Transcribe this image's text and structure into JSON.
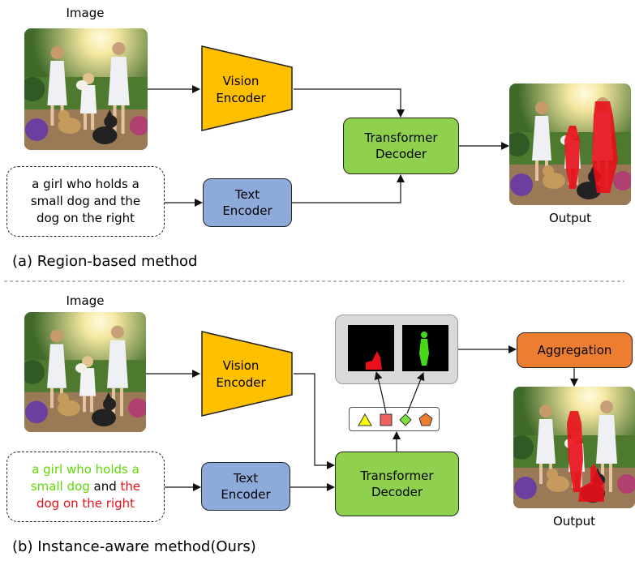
{
  "top": {
    "image_label": "Image",
    "vision_encoder": [
      "Vision",
      "Encoder"
    ],
    "text_encoder": [
      "Text",
      "Encoder"
    ],
    "decoder": [
      "Transformer",
      "Decoder"
    ],
    "query_lines": [
      "a girl who holds a",
      "small dog and the",
      "dog on the right"
    ],
    "output_label": "Output",
    "caption": "(a) Region-based method"
  },
  "bottom": {
    "image_label": "Image",
    "vision_encoder": [
      "Vision",
      "Encoder"
    ],
    "text_encoder": [
      "Text",
      "Encoder"
    ],
    "decoder": [
      "Transformer",
      "Decoder"
    ],
    "query": {
      "line1": "a girl who holds a",
      "line2_green": "small dog",
      "line2_mid": " and ",
      "line2_red": "the",
      "line3": "dog on the right"
    },
    "aggregation": "Aggregation",
    "output_label": "Output",
    "caption": "(b) Instance-aware method(Ours)"
  },
  "colors": {
    "vision_encoder": "#ffc000",
    "text_encoder": "#8eaadb",
    "decoder": "#8fd14f",
    "aggregation": "#ed7d31",
    "green_text": "#5fd900",
    "red_text": "#e8101a",
    "red_mask": "#e8101a",
    "green_mask": "#46d91a"
  },
  "tokens": [
    "yellow-triangle",
    "red-square",
    "green-diamond",
    "orange-pentagon"
  ]
}
